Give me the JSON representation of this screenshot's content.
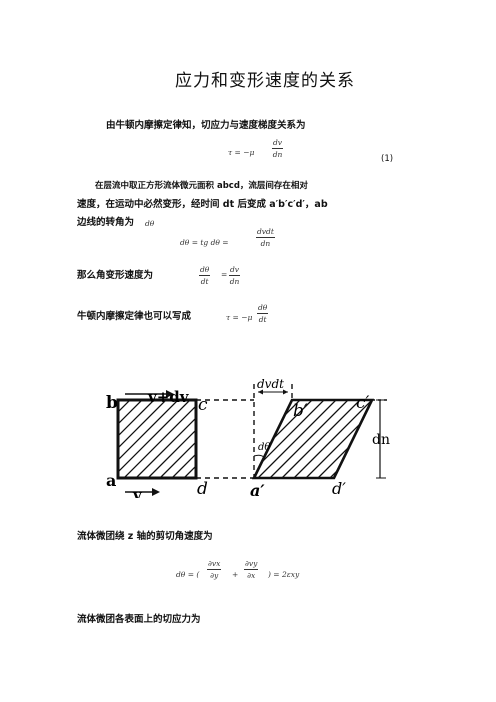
{
  "title": "应力和变形速度的关系",
  "p1": "由牛顿内摩擦定律知，切应力与速度梯度关系为",
  "eq1": {
    "lhs": "τ = −μ",
    "num": "dv",
    "den": "dn",
    "number": "(1)"
  },
  "p2a": "在层流中取正方形流体微元面积 abcd，流层间存在相对",
  "p2b": "速度，在运动中必然变形，经时间 dt 后变成 a′b′c′d′，ab",
  "p2c": "边线的转角为",
  "p2c_sym": "dθ",
  "eq2": {
    "lhs": "dθ = tg dθ =",
    "num": "dvdt",
    "den": "dn"
  },
  "p3": "那么角变形速度为",
  "eq3": {
    "num1": "dθ",
    "den1": "dt",
    "eq": "=",
    "num2": "dv",
    "den2": "dn"
  },
  "p4": "牛顿内摩擦定律也可以写成",
  "eq4": {
    "lhs": "τ = −μ",
    "num": "dθ",
    "den": "dt"
  },
  "figure": {
    "b": "b",
    "v_top": "v+dv",
    "c": "c",
    "a": "a",
    "v_bottom": "v",
    "d": "d",
    "dvdt": "dvdt",
    "dtheta": "dθ",
    "b_prime": "b′",
    "c_prime": "c′",
    "a_prime": "a′",
    "d_prime": "d′",
    "dn": "dn"
  },
  "p5": "流体微团绕 z 轴的剪切角速度为",
  "eq5": {
    "lhs": "dθ = (",
    "n1": "∂vx",
    "d1": "∂y",
    "plus": "+",
    "n2": "∂vy",
    "d2": "∂x",
    "rhs": ") = 2εxy"
  },
  "p6": "流体微团各表面上的切应力为"
}
